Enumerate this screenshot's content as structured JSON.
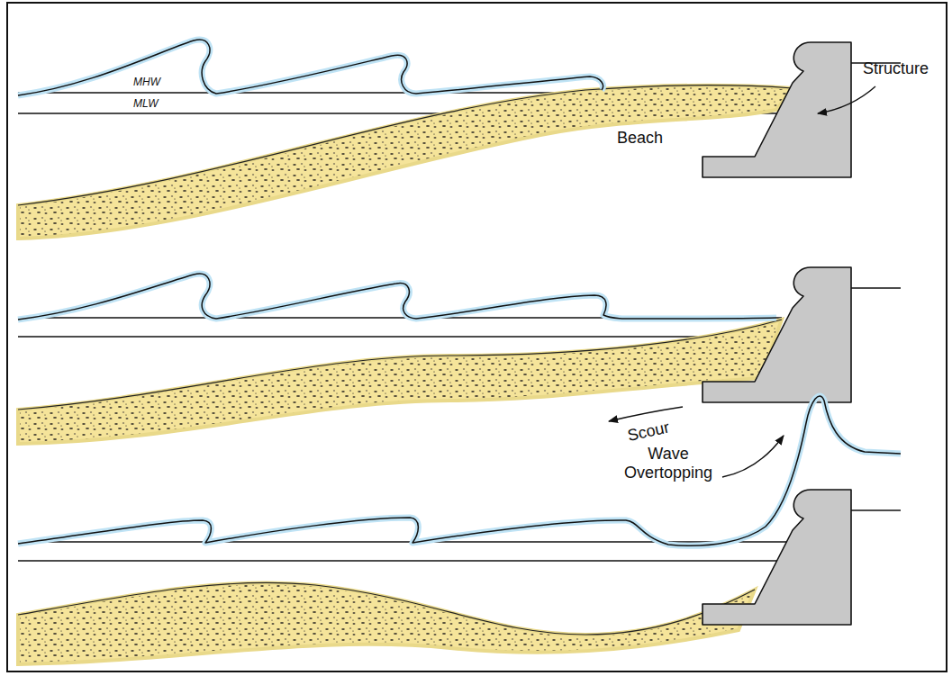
{
  "diagram": {
    "labels": [
      "MHW",
      "MLW",
      "Structure",
      "Beach",
      "Scour",
      "Wave Overtopping"
    ]
  }
}
